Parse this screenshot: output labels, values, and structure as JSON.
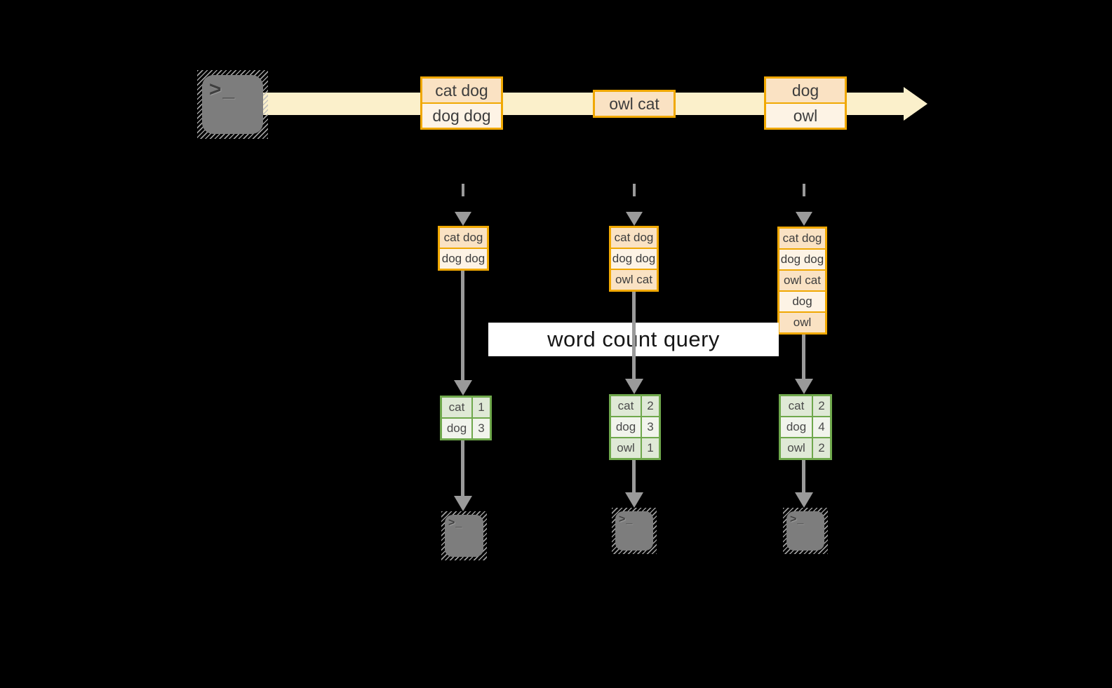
{
  "colors": {
    "background": "#000000",
    "amber_border": "#F0A802",
    "peach_fill": "#FAE2C3",
    "cream_fill": "#FDF3E5",
    "band_fill": "#FBF0CB",
    "green_border": "#6FA84C",
    "green_fill_dark": "#DFE9D6",
    "green_fill_light": "#F1F4EC",
    "arrow_gray": "#9A9A9A",
    "terminal_gray": "#7D7D7D",
    "query_bg": "#FFFFFF"
  },
  "stream": {
    "source_icon": "terminal-icon",
    "prompt_glyph": ">_",
    "batches": [
      {
        "lines": [
          "cat dog",
          "dog dog"
        ]
      },
      {
        "lines": [
          "owl cat"
        ]
      },
      {
        "lines": [
          "dog",
          "owl"
        ]
      }
    ]
  },
  "query": {
    "label": "word count query"
  },
  "columns": [
    {
      "state": [
        "cat dog",
        "dog dog"
      ],
      "counts": [
        {
          "word": "cat",
          "count": "1"
        },
        {
          "word": "dog",
          "count": "3"
        }
      ]
    },
    {
      "state": [
        "cat dog",
        "dog dog",
        "owl cat"
      ],
      "counts": [
        {
          "word": "cat",
          "count": "2"
        },
        {
          "word": "dog",
          "count": "3"
        },
        {
          "word": "owl",
          "count": "1"
        }
      ]
    },
    {
      "state": [
        "cat dog",
        "dog dog",
        "owl cat",
        "dog",
        "owl"
      ],
      "counts": [
        {
          "word": "cat",
          "count": "2"
        },
        {
          "word": "dog",
          "count": "4"
        },
        {
          "word": "owl",
          "count": "2"
        }
      ]
    }
  ]
}
